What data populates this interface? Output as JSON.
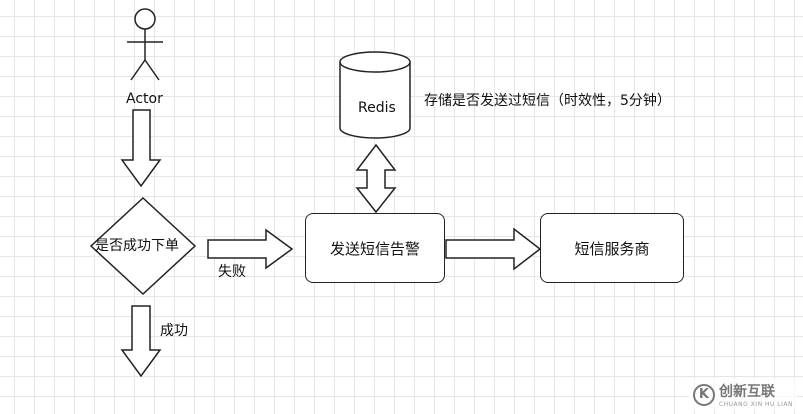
{
  "diagram": {
    "actor": {
      "label": "Actor"
    },
    "decision": {
      "label": "是否成功下单"
    },
    "fail_edge": {
      "label": "失败"
    },
    "success_edge": {
      "label": "成功"
    },
    "redis": {
      "label": "Redis",
      "note": "存储是否发送过短信（时效性，5分钟）"
    },
    "send_alert": {
      "label": "发送短信告警"
    },
    "sms_provider": {
      "label": "短信服务商"
    }
  },
  "watermark": {
    "text": "创新互联",
    "subtext": "CHUANG XIN HU LIAN",
    "glyph": "K"
  }
}
